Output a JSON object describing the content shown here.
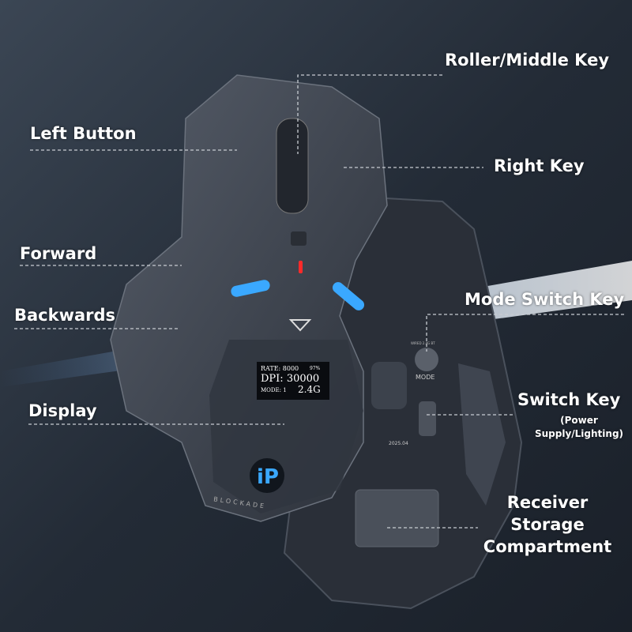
{
  "labels": {
    "roller": "Roller/Middle Key",
    "left_button": "Left Button",
    "right_key": "Right Key",
    "forward": "Forward",
    "backwards": "Backwards",
    "mode_switch": "Mode Switch Key",
    "display": "Display",
    "switch_key": "Switch Key",
    "switch_key_sub1": "(Power",
    "switch_key_sub2": "Supply/Lighting)",
    "receiver_1": "Receiver",
    "receiver_2": "Storage",
    "receiver_3": "Compartment"
  },
  "screen": {
    "rate": "RATE: 8000",
    "battery": "97%",
    "dpi": "DPI: 30000",
    "mode": "MODE: 1",
    "conn": "2.4G"
  },
  "mouse_print": {
    "mode_label": "MODE",
    "mode_options": "WIRED  2.4G  BT",
    "date": "2025.04",
    "brand": "BLOCKADE",
    "logo": "iP"
  },
  "colors": {
    "accent_led": "#3aa8ff",
    "red_led": "#ff2a2a",
    "body": "#3a404b"
  }
}
